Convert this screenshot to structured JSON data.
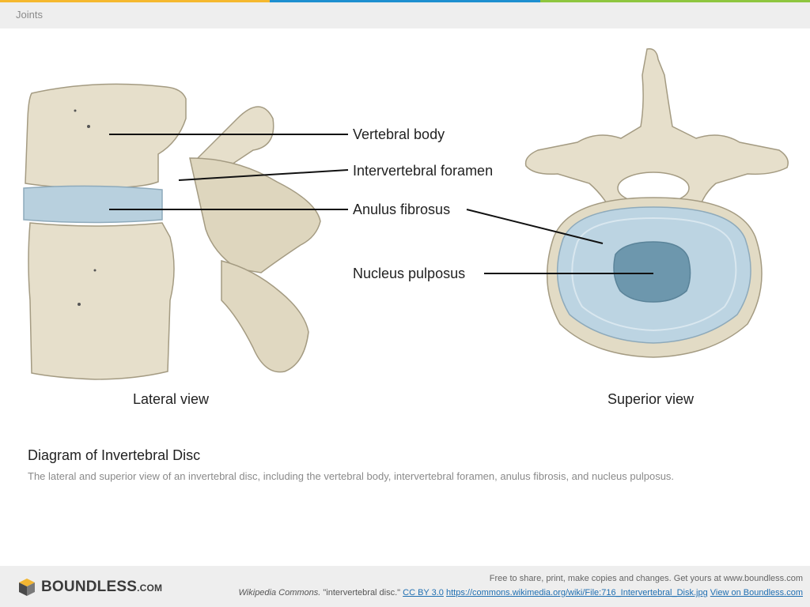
{
  "header": {
    "title": "Joints"
  },
  "colors": {
    "bar_orange": "#f5b82e",
    "bar_blue": "#1e8fd0",
    "bar_green": "#8ec63f",
    "disc_blue": "#b8d0de",
    "bone": "#e6dfcb"
  },
  "diagram": {
    "labels": {
      "vertebral_body": "Vertebral body",
      "intervertebral_foramen": "Intervertebral foramen",
      "anulus_fibrosus": "Anulus fibrosus",
      "nucleus_pulposus": "Nucleus pulposus"
    },
    "views": {
      "lateral": "Lateral view",
      "superior": "Superior view"
    }
  },
  "caption": {
    "title": "Diagram of Invertebral Disc",
    "text": "The lateral and superior view of an invertebral disc, including the vertebral body, intervertebral foramen, anulus fibrosis, and nucleus pulposus."
  },
  "footer": {
    "logo_main": "BOUNDLESS",
    "logo_suffix": ".COM",
    "free_text": "Free to share, print, make copies and changes. Get yours at www.boundless.com",
    "source": "Wikipedia Commons.",
    "quote": " \"intervertebral disc.\" ",
    "license": "CC BY 3.0",
    "url": "https://commons.wikimedia.org/wiki/File:716_Intervertebral_Disk.jpg",
    "view_link": "View on Boundless.com"
  }
}
